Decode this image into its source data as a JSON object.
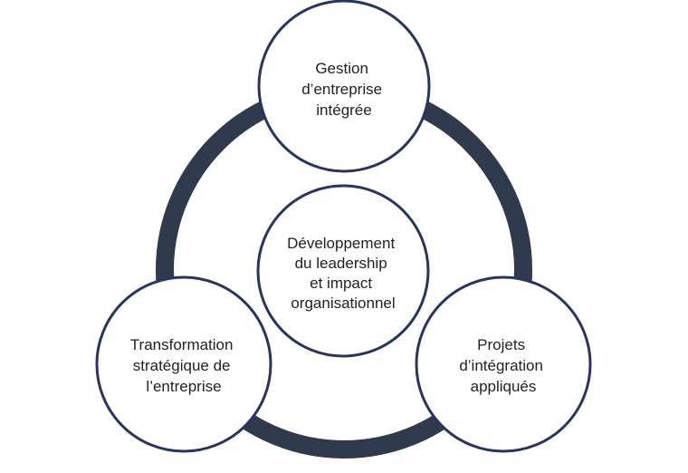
{
  "diagram": {
    "colors": {
      "ring": "#2f3a4c",
      "circle_border": "#253760",
      "circle_fill": "#ffffff",
      "text": "#222222"
    },
    "nodes": {
      "top": {
        "line1": "Gestion",
        "line2": "d’entreprise",
        "line3": "intégrée"
      },
      "center": {
        "line1": "Développement",
        "line2": "du leadership",
        "line3": "et impact",
        "line4": "organisationnel"
      },
      "left": {
        "line1": "Transformation",
        "line2": "stratégique de",
        "line3": "l’entreprise"
      },
      "right": {
        "line1": "Projets",
        "line2": "d’intégration",
        "line3": "appliqués"
      }
    }
  }
}
